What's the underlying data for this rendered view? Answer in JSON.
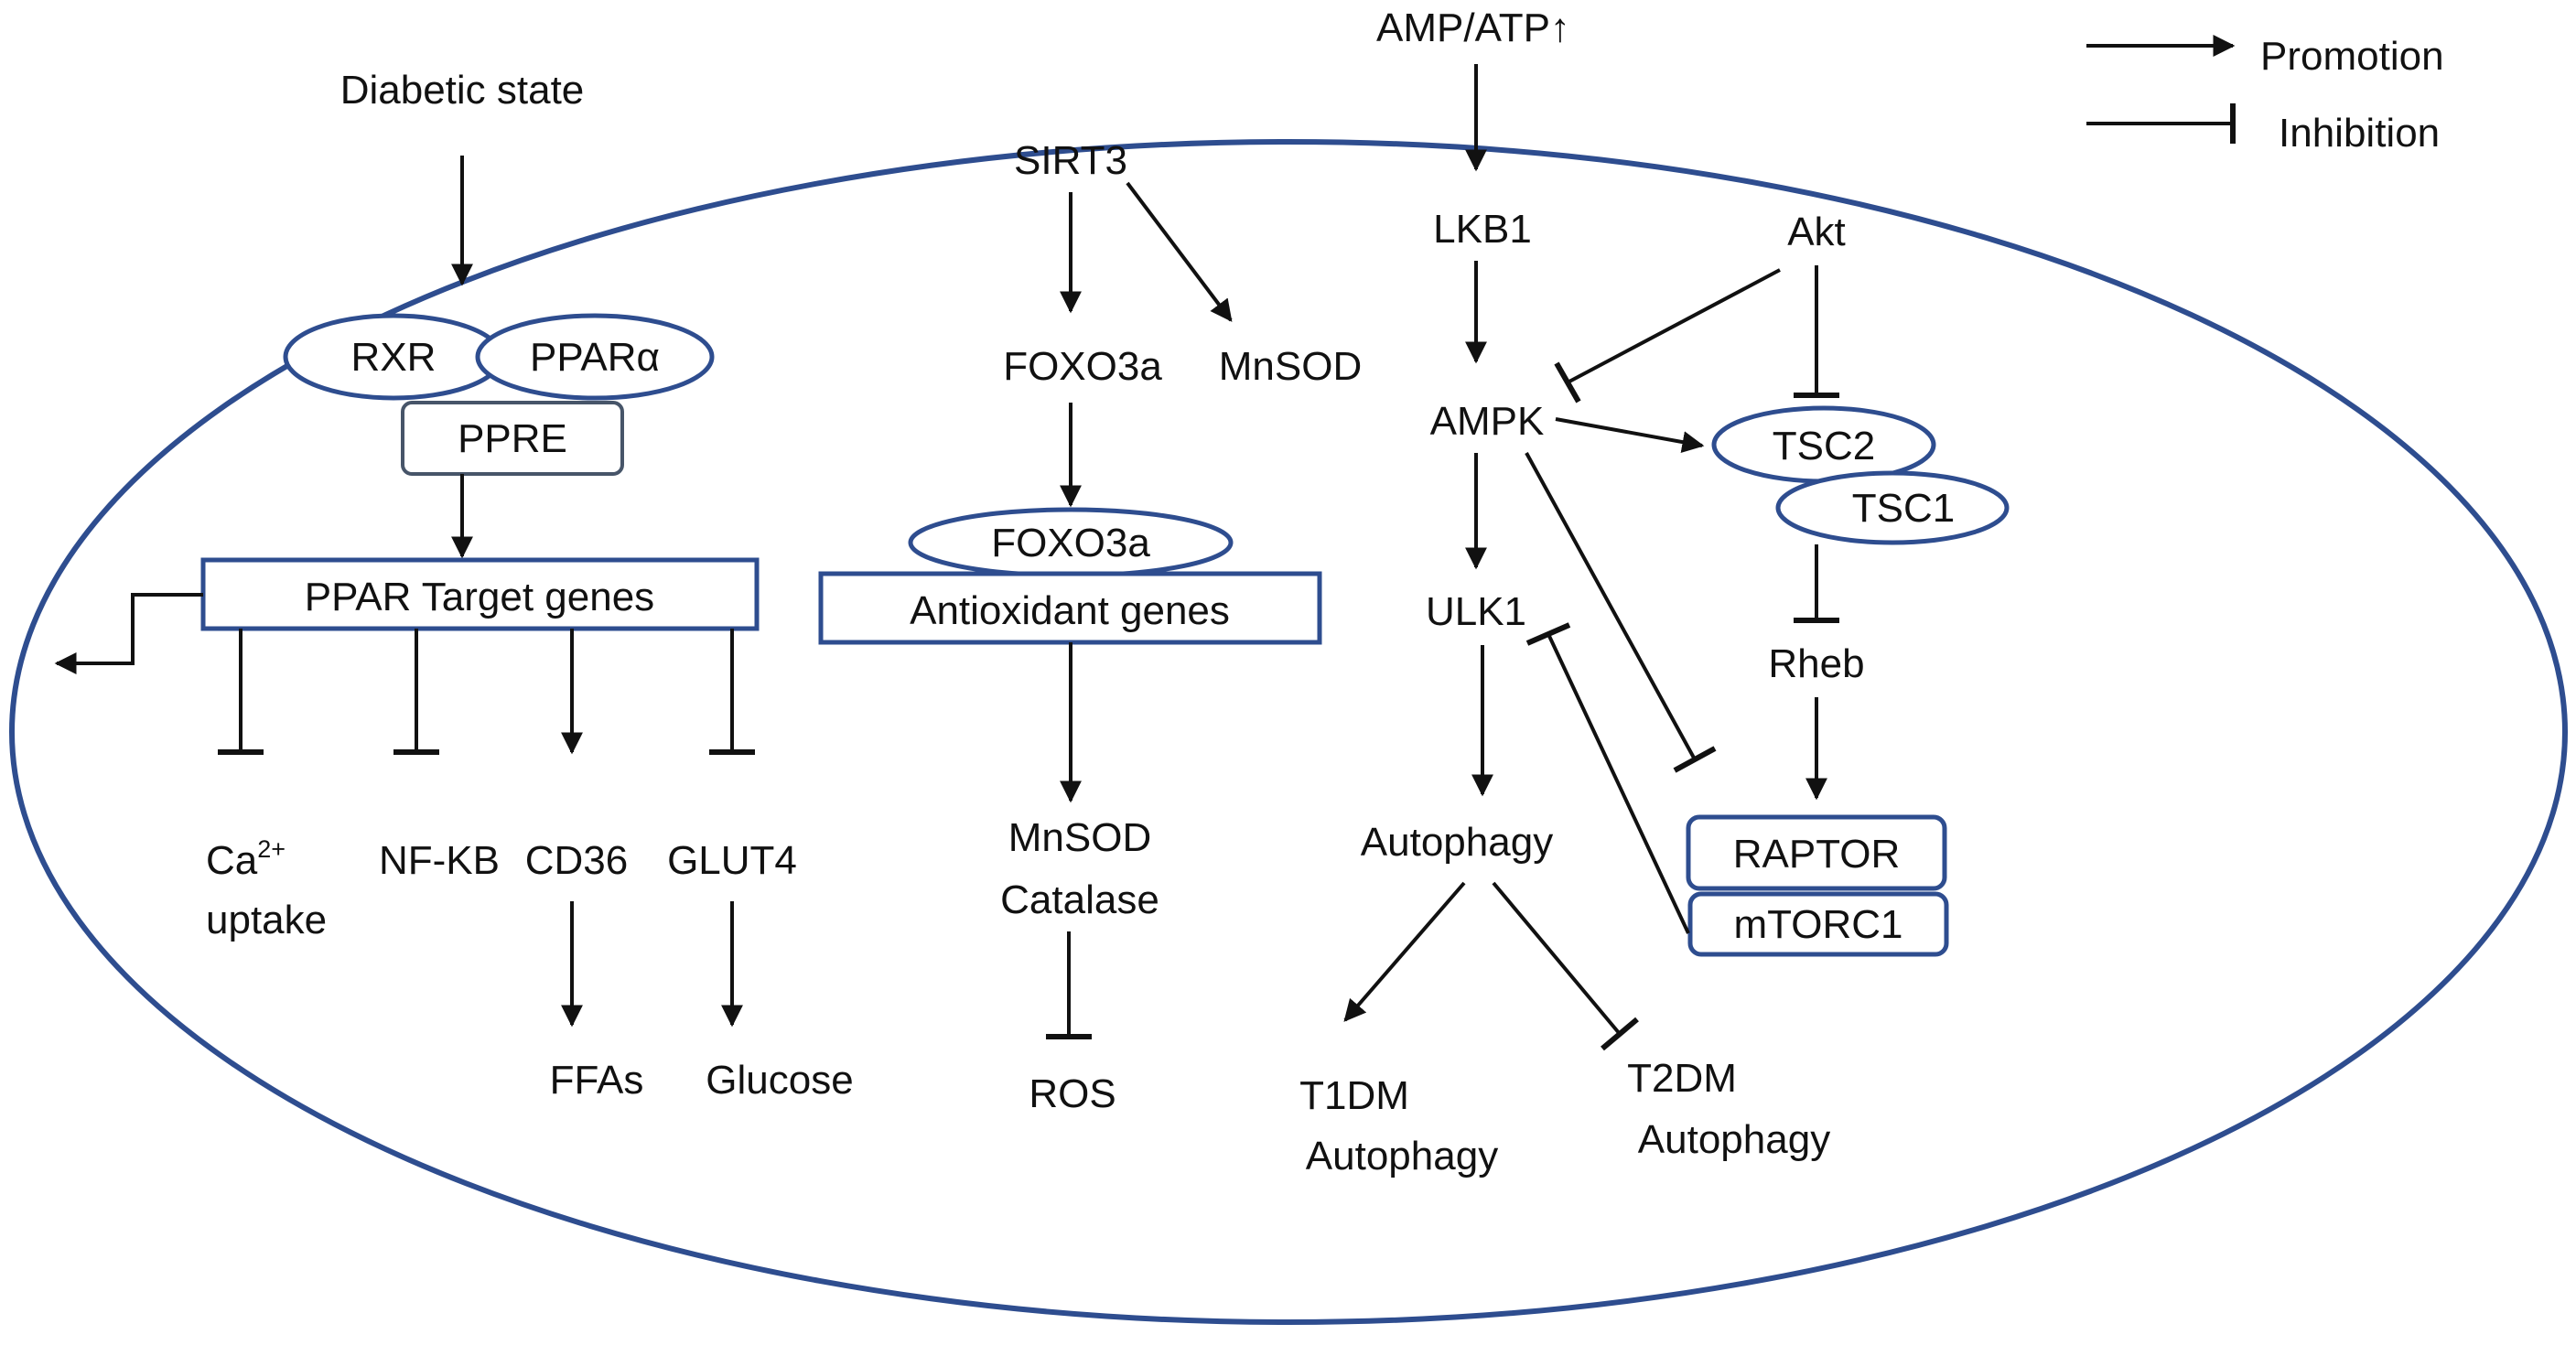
{
  "colors": {
    "membrane": "#2e4d8f",
    "node_border": "#2e4d8f",
    "ppre_border": "#475569",
    "arrow": "#111111",
    "text": "#111111"
  },
  "legend": {
    "promotion": "Promotion",
    "inhibition": "Inhibition"
  },
  "inputs": {
    "diabetic_state": "Diabetic state",
    "amp_atp": "AMP/ATP↑"
  },
  "ppar": {
    "rxr": "RXR",
    "ppar_alpha": "PPARα",
    "ppre": "PPRE",
    "target_genes": "PPAR Target genes",
    "ca_base": "Ca",
    "ca_sup": "2+",
    "ca_uptake": "uptake",
    "nfkb": "NF-KB",
    "cd36": "CD36",
    "glut4": "GLUT4",
    "ffas": "FFAs",
    "glucose": "Glucose"
  },
  "sirt3_pathway": {
    "sirt3": "SIRT3",
    "foxo3a": "FOXO3a",
    "mnsod": "MnSOD",
    "foxo3a_bound": "FOXO3a",
    "antioxidant_genes": "Antioxidant genes",
    "mnsod_out": "MnSOD",
    "catalase": "Catalase",
    "ros": "ROS"
  },
  "ampk_pathway": {
    "lkb1": "LKB1",
    "ampk": "AMPK",
    "ulk1": "ULK1",
    "autophagy": "Autophagy",
    "t1dm": "T1DM",
    "t1dm_autophagy": "Autophagy",
    "t2dm": "T2DM",
    "t2dm_autophagy": "Autophagy",
    "akt": "Akt",
    "tsc2": "TSC2",
    "tsc1": "TSC1",
    "rheb": "Rheb",
    "raptor": "RAPTOR",
    "mtorc1": "mTORC1"
  }
}
